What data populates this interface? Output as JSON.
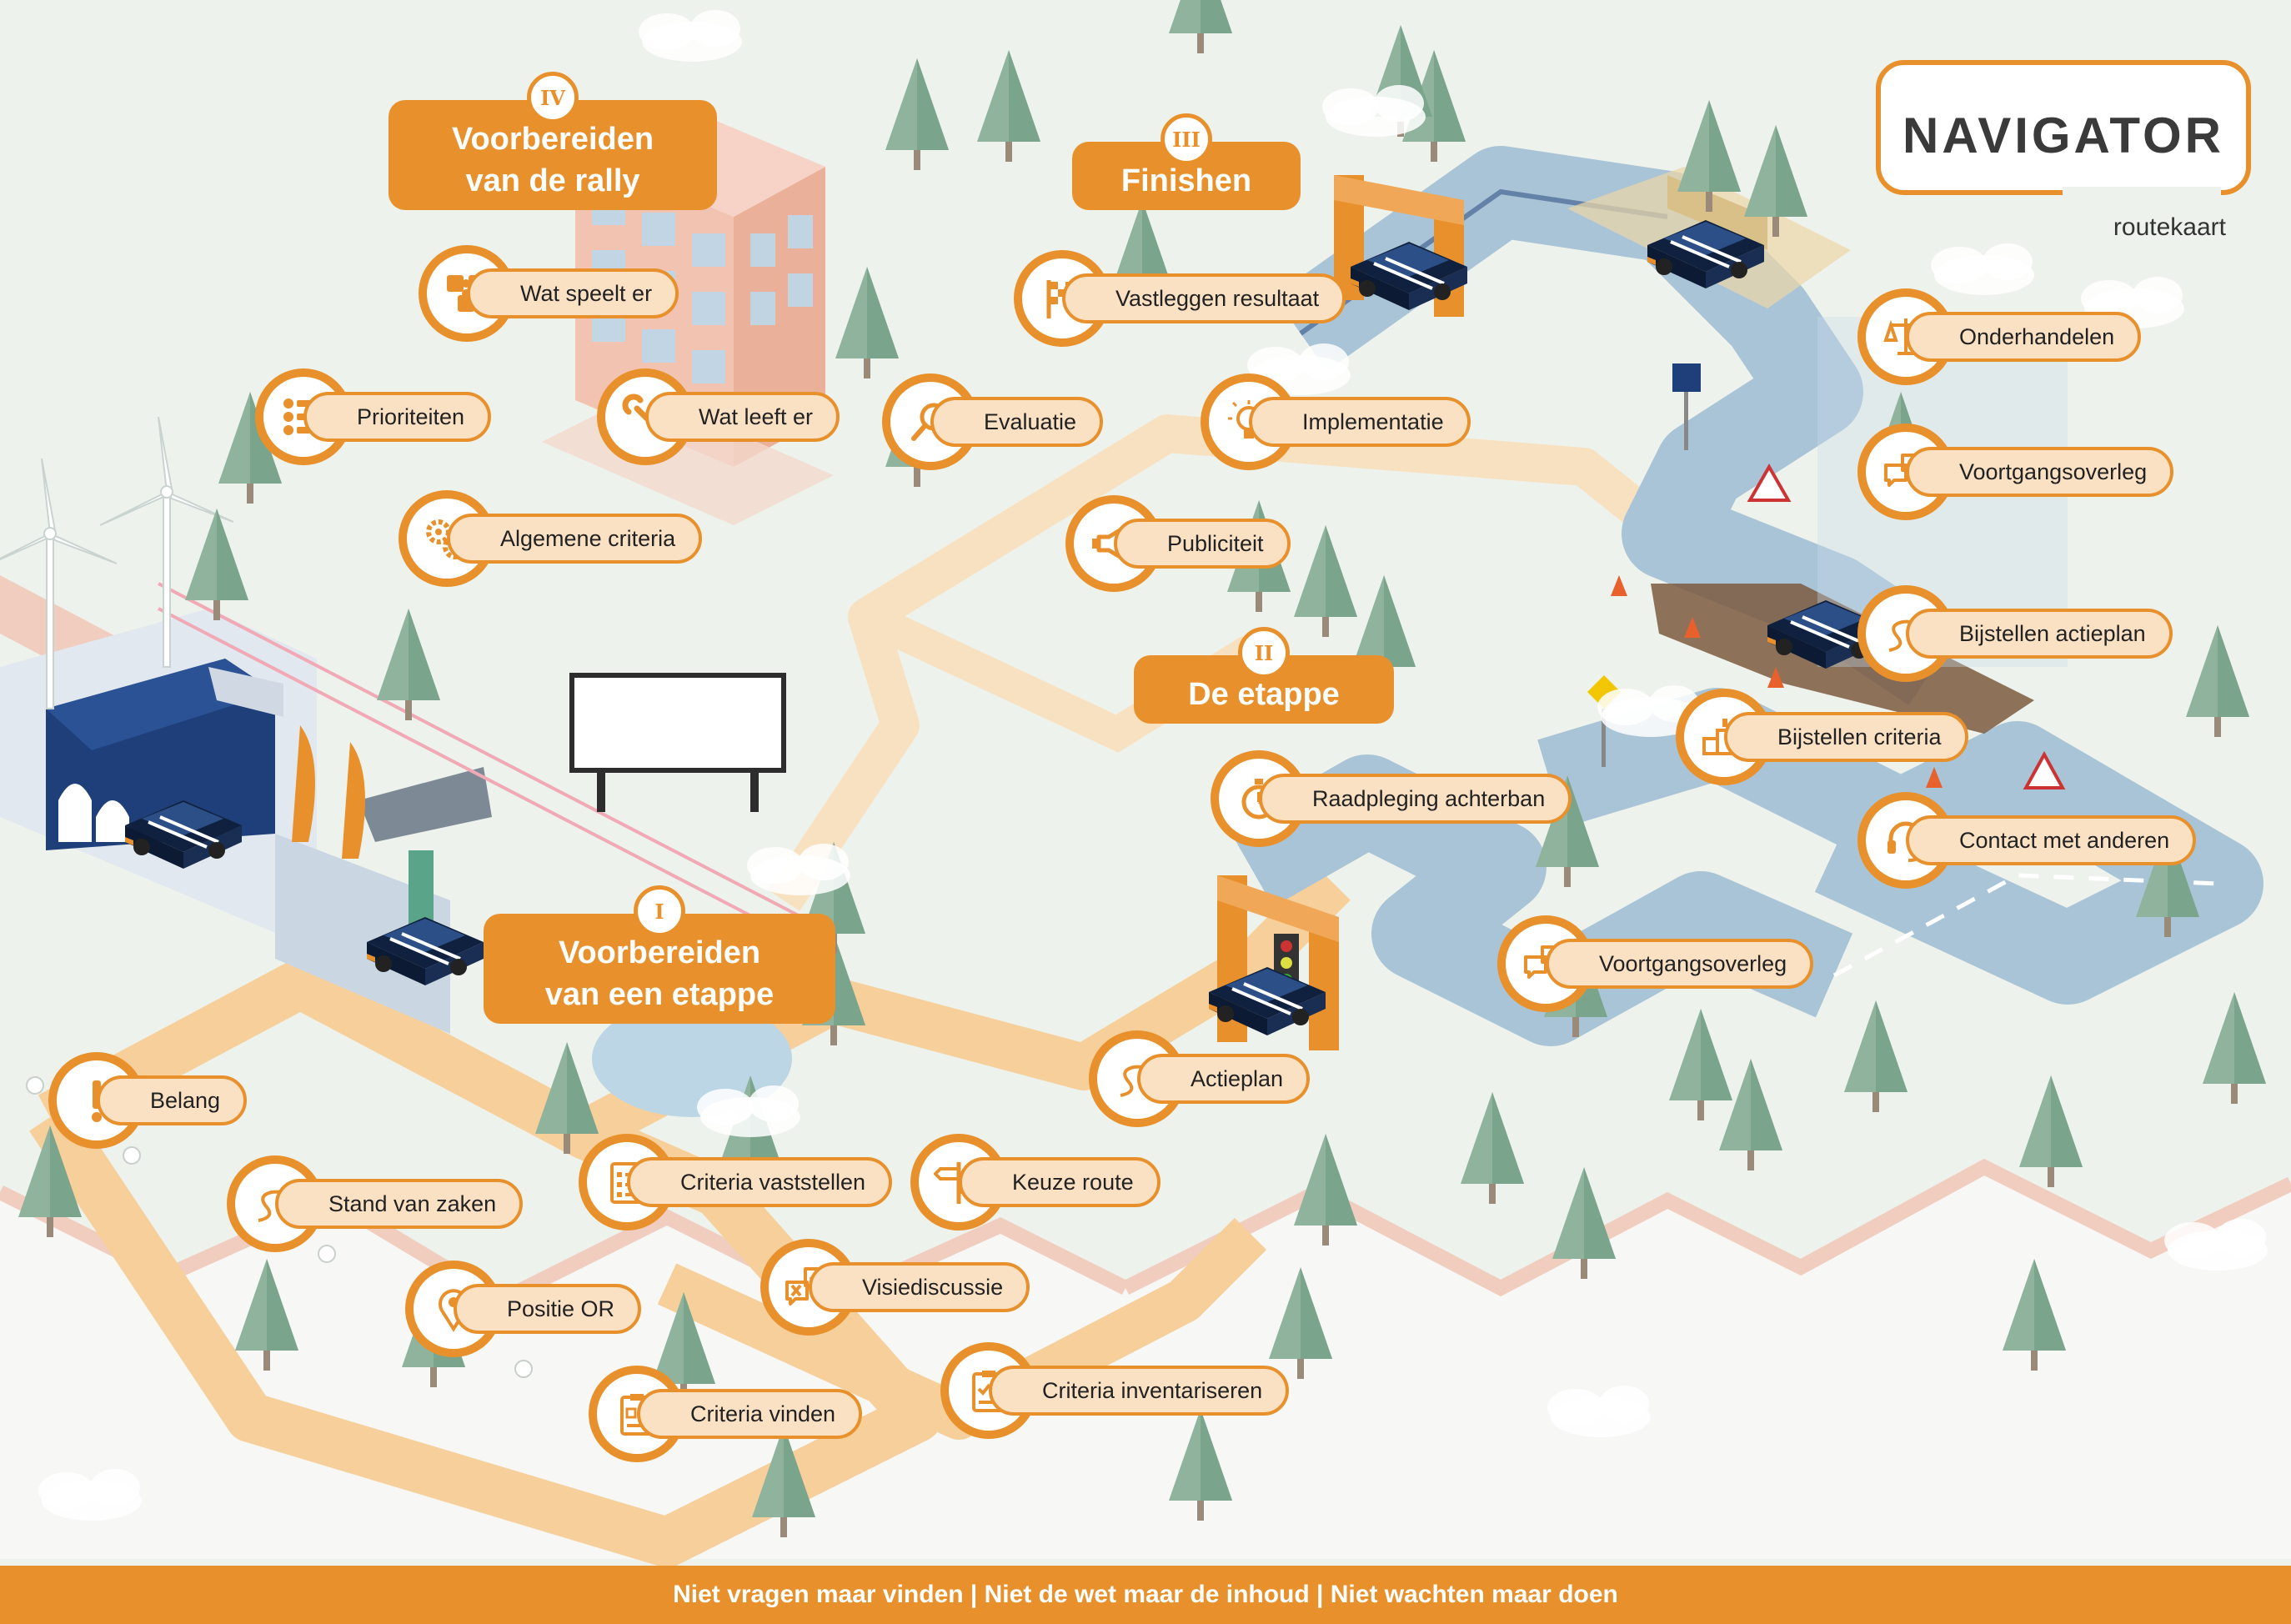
{
  "logo": {
    "brand": "NAVIGATOR",
    "subtitle": "routekaart"
  },
  "footer": {
    "tagline": "Niet vragen maar vinden | Niet de wet maar de inhoud | Niet wachten maar doen"
  },
  "phases": {
    "iv": {
      "numeral": "IV",
      "line1": "Voorbereiden",
      "line2": "van de rally"
    },
    "iii": {
      "numeral": "III",
      "line1": "Finishen"
    },
    "ii": {
      "numeral": "II",
      "line1": "De etappe"
    },
    "i": {
      "numeral": "I",
      "line1": "Voorbereiden",
      "line2": "van een etappe"
    }
  },
  "steps": {
    "wat_speelt_er": {
      "label": "Wat speelt er",
      "icon": "puzzle-icon"
    },
    "prioriteiten": {
      "label": "Prioriteiten",
      "icon": "priority-list-icon"
    },
    "wat_leeft_er": {
      "label": "Wat leeft er",
      "icon": "wrench-icon"
    },
    "algemene_criteria": {
      "label": "Algemene criteria",
      "icon": "gears-icon"
    },
    "vastleggen_resultaat": {
      "label": "Vastleggen resultaat",
      "icon": "checkered-flag-icon"
    },
    "evaluatie": {
      "label": "Evaluatie",
      "icon": "magnifier-icon"
    },
    "implementatie": {
      "label": "Implementatie",
      "icon": "lightbulb-icon"
    },
    "publiciteit": {
      "label": "Publiciteit",
      "icon": "megaphone-icon"
    },
    "onderhandelen": {
      "label": "Onderhandelen",
      "icon": "scales-icon"
    },
    "voortgangsoverleg_top": {
      "label": "Voortgangsoverleg",
      "icon": "speech-bubbles-icon"
    },
    "bijstellen_actieplan": {
      "label": "Bijstellen actieplan",
      "icon": "route-flag-icon"
    },
    "bijstellen_criteria": {
      "label": "Bijstellen criteria",
      "icon": "podium-icon"
    },
    "contact_met_anderen": {
      "label": "Contact met anderen",
      "icon": "headset-icon"
    },
    "raadpleging_achterban": {
      "label": "Raadpleging achterban",
      "icon": "stopwatch-icon"
    },
    "voortgangsoverleg_mid": {
      "label": "Voortgangsoverleg",
      "icon": "speech-bubbles-icon"
    },
    "actieplan": {
      "label": "Actieplan",
      "icon": "route-flag-icon"
    },
    "keuze_route": {
      "label": "Keuze route",
      "icon": "signpost-icon"
    },
    "criteria_vaststellen": {
      "label": "Criteria vaststellen",
      "icon": "checklist-icon"
    },
    "visiediscussie": {
      "label": "Visiediscussie",
      "icon": "vision-bubbles-icon"
    },
    "criteria_inventariseren": {
      "label": "Criteria inventariseren",
      "icon": "clipboard-check-icon"
    },
    "criteria_vinden": {
      "label": "Criteria vinden",
      "icon": "clipboard-icon"
    },
    "positie_or": {
      "label": "Positie OR",
      "icon": "map-pin-icon"
    },
    "stand_van_zaken": {
      "label": "Stand van zaken",
      "icon": "route-flag-icon"
    },
    "belang": {
      "label": "Belang",
      "icon": "exclamation-icon"
    }
  },
  "colors": {
    "accent": "#e8912c",
    "pill_fill": "#fbe1c4",
    "ground": "#eef2ec",
    "road": "#a9c4d6",
    "tree": "#8fb39d",
    "building": "#f2c3b0",
    "garage": "#1f3f7a"
  }
}
